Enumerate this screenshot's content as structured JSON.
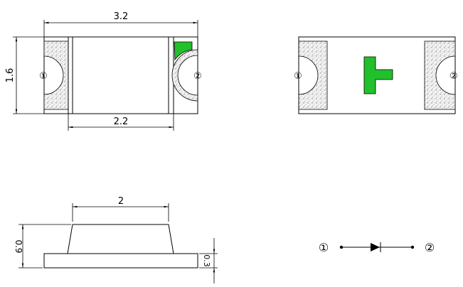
{
  "top_view": {
    "width_label": "3.2",
    "height_label": "1.6",
    "inner_width_label": "2.2",
    "pin1": "①",
    "pin2": "②"
  },
  "bottom_view": {
    "pin1": "①",
    "pin2": "②"
  },
  "side_view": {
    "top_width_label": "2",
    "height_label": "0.9",
    "base_height_label": "0.3"
  },
  "symbol": {
    "pin1": "①",
    "pin2": "②"
  },
  "colors": {
    "marker": "#22c02a"
  }
}
